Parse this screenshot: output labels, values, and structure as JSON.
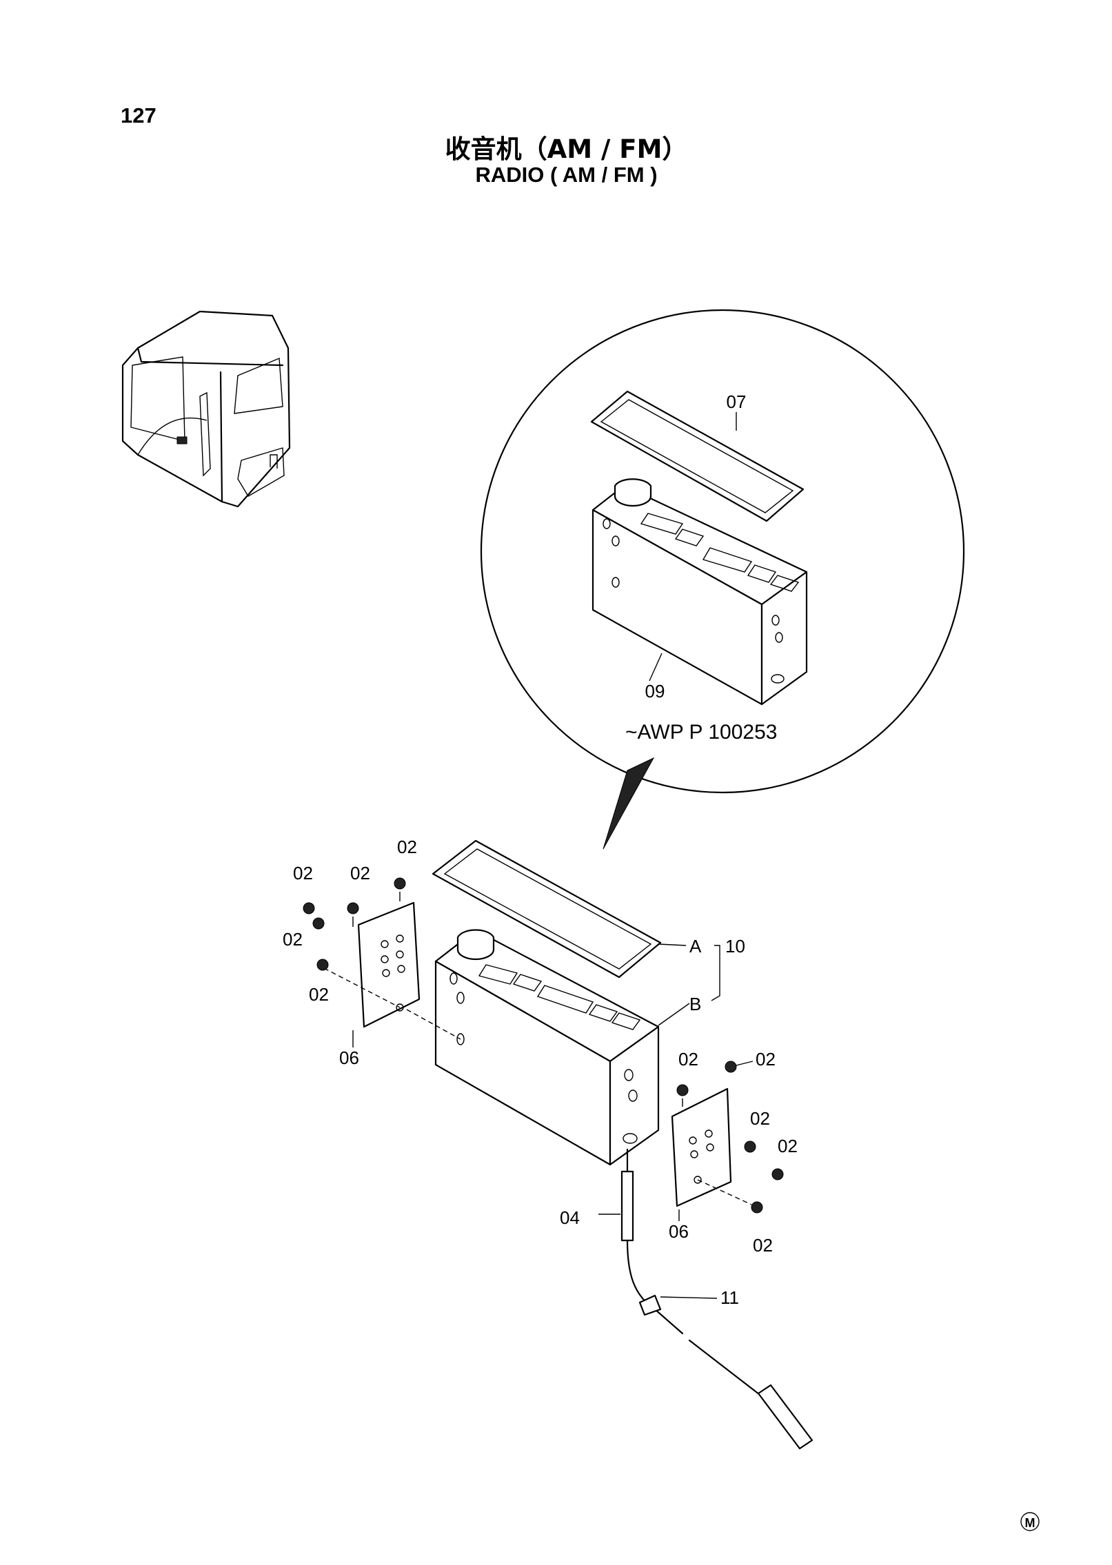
{
  "page_number": "127",
  "title_cn": "收音机（AM / FM）",
  "title_en": "RADIO ( AM / FM )",
  "serial_note": "~AWP P 100253",
  "footer_mark": "M",
  "callouts": {
    "c07": "07",
    "c09": "09",
    "c10": "10",
    "cA": "A",
    "cB": "B",
    "c04": "04",
    "c06_left": "06",
    "c06_right": "06",
    "c11": "11",
    "c02": [
      "02",
      "02",
      "02",
      "02",
      "02",
      "02",
      "02",
      "02",
      "02",
      "02"
    ]
  }
}
